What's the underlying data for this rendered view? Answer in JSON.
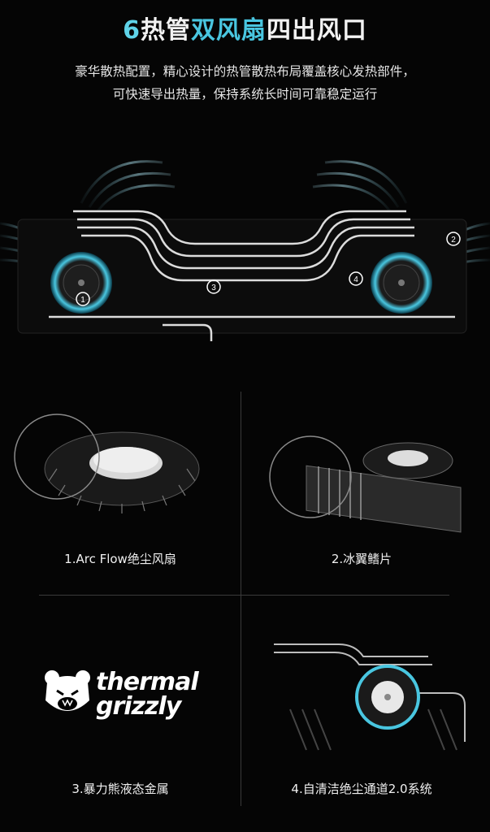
{
  "header": {
    "title_num": "6",
    "title_part1": "热管",
    "title_part2": "双风扇",
    "title_part3": "四出风口",
    "desc_line1": "豪华散热配置，精心设计的热管散热布局覆盖核心发热部件，",
    "desc_line2": "可快速导出热量，保持系统长时间可靠稳定运行"
  },
  "hero": {
    "markers": [
      "1",
      "2",
      "3",
      "4"
    ]
  },
  "features": [
    {
      "caption": "1.Arc Flow绝尘风扇"
    },
    {
      "caption": "2.冰翼鳍片"
    },
    {
      "caption": "3.暴力熊液态金属"
    },
    {
      "caption": "4.自清洁绝尘通道2.0系统"
    }
  ],
  "logo": {
    "line1": "thermal",
    "line2": "grizzly"
  },
  "colors": {
    "accent_cyan": "#49c6e0",
    "background": "#050505"
  }
}
